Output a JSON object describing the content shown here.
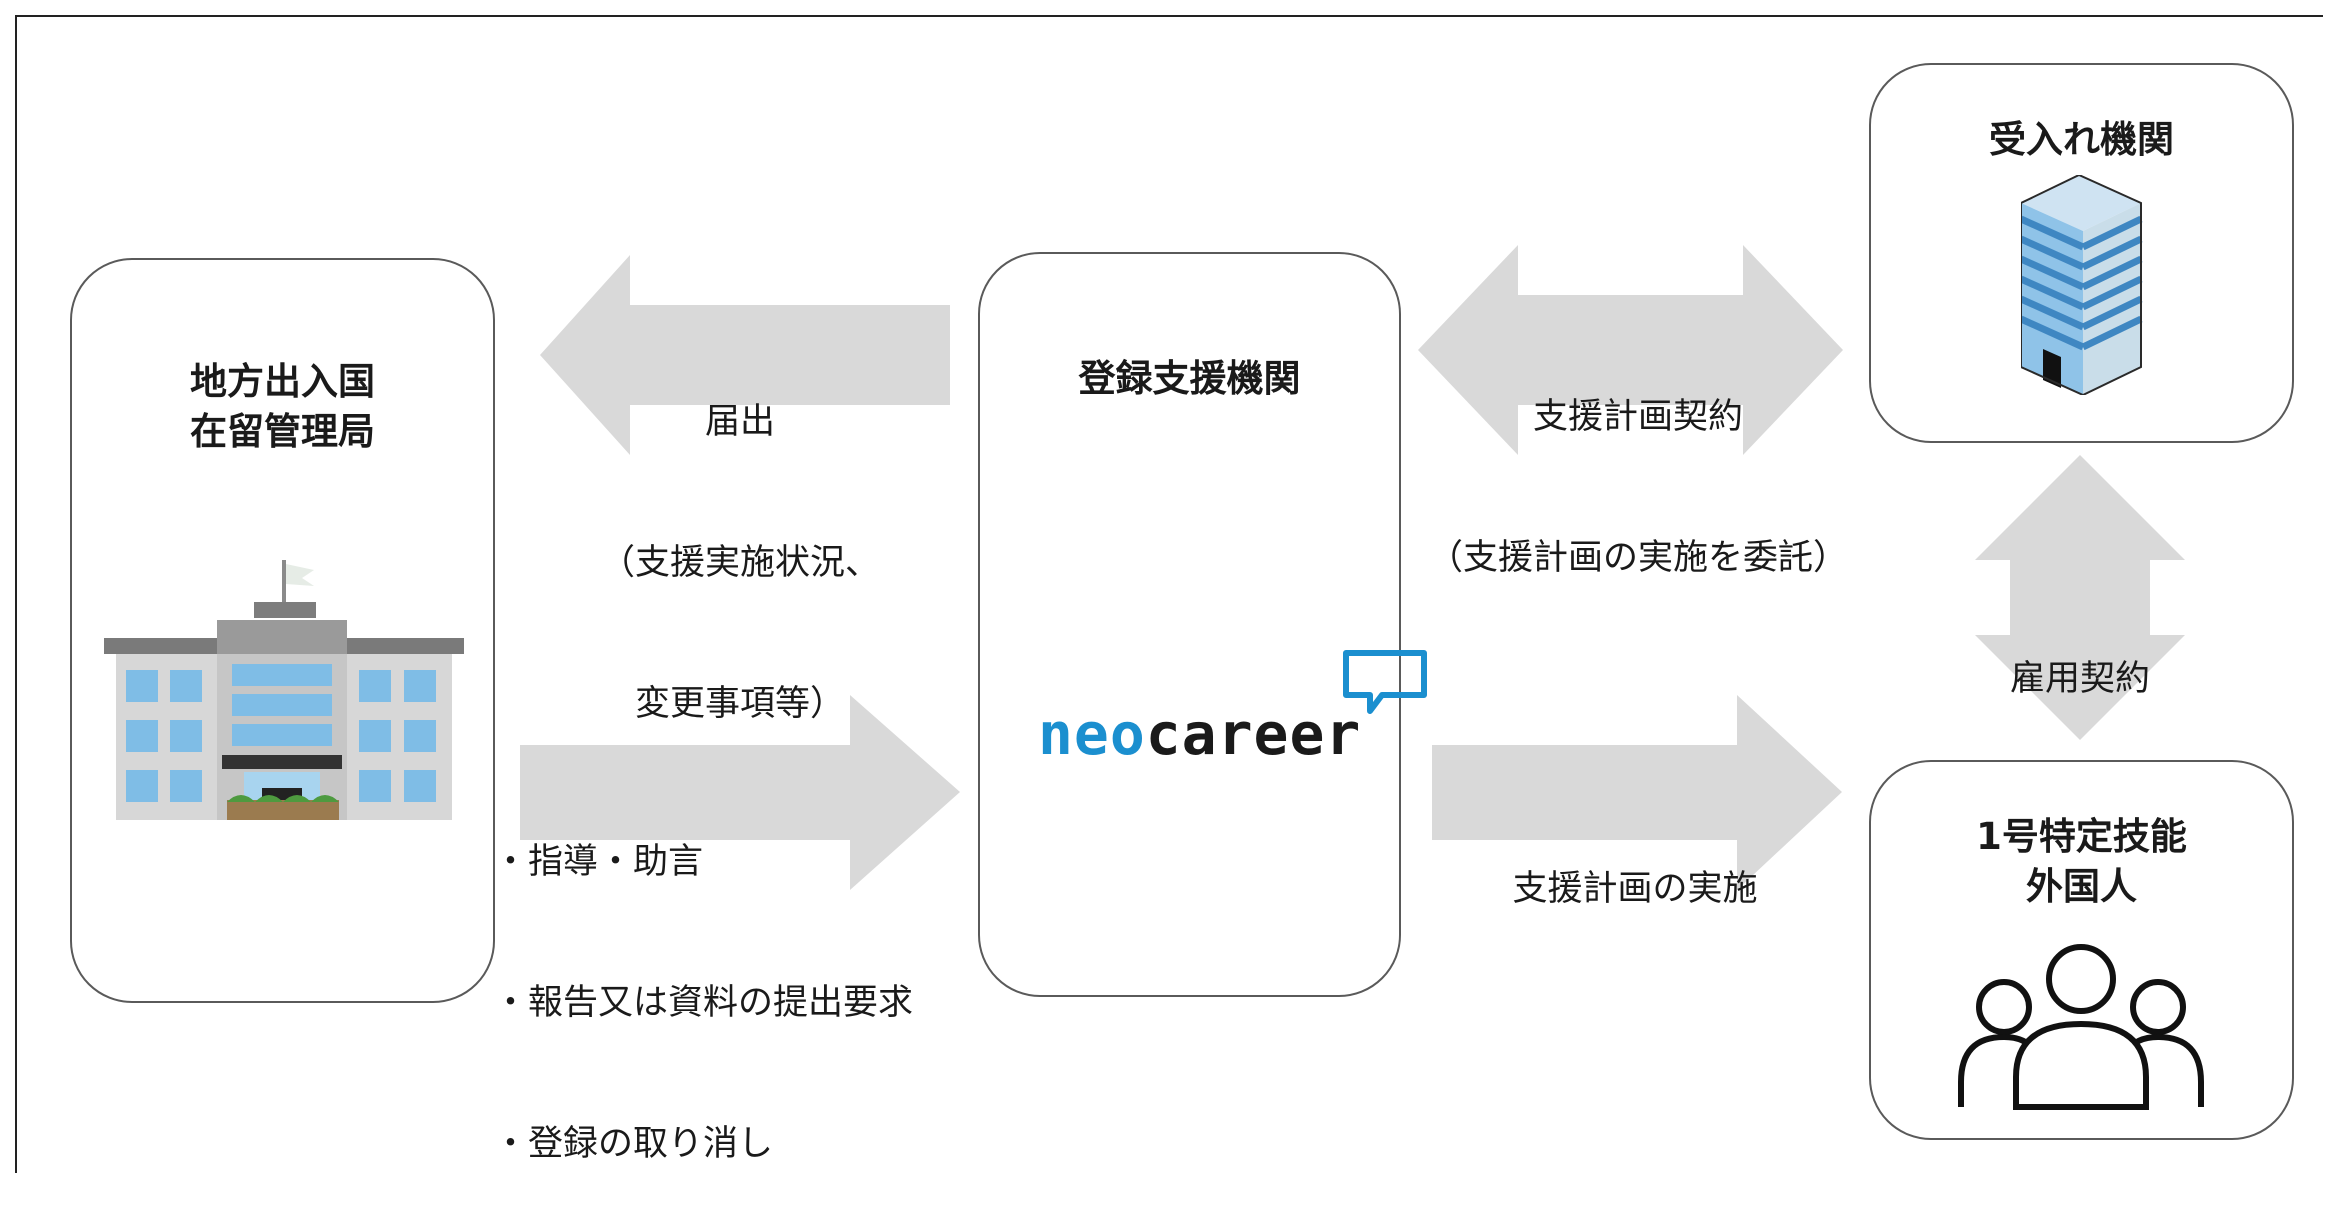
{
  "nodes": {
    "immigration": {
      "title": "地方出入国\n在留管理局",
      "icon": "government-building-icon"
    },
    "support_org": {
      "title": "登録支援機関",
      "logo": {
        "text_part1": "neo",
        "text_part2": "career",
        "accent": "#1b8fcf"
      }
    },
    "employer": {
      "title": "受入れ機関",
      "icon": "office-tower-icon"
    },
    "worker": {
      "title": "1号特定技能\n外国人",
      "icon": "people-group-icon"
    }
  },
  "edges": {
    "report": {
      "lines": [
        "届出",
        "（支援実施状況、",
        "変更事項等）"
      ]
    },
    "guidance": {
      "lines": [
        "・指導・助言",
        "・報告又は資料の提出要求",
        "・登録の取り消し"
      ]
    },
    "support_contract": {
      "lines": [
        "支援計画契約",
        "（支援計画の実施を委託）"
      ]
    },
    "support_implementation": {
      "lines": [
        "支援計画の実施"
      ]
    },
    "employment": {
      "lines": [
        "雇用契約"
      ]
    }
  },
  "colors": {
    "arrow": "#d9d9d9",
    "box_border": "#5a5a5a",
    "logo_blue": "#1b8fcf"
  }
}
